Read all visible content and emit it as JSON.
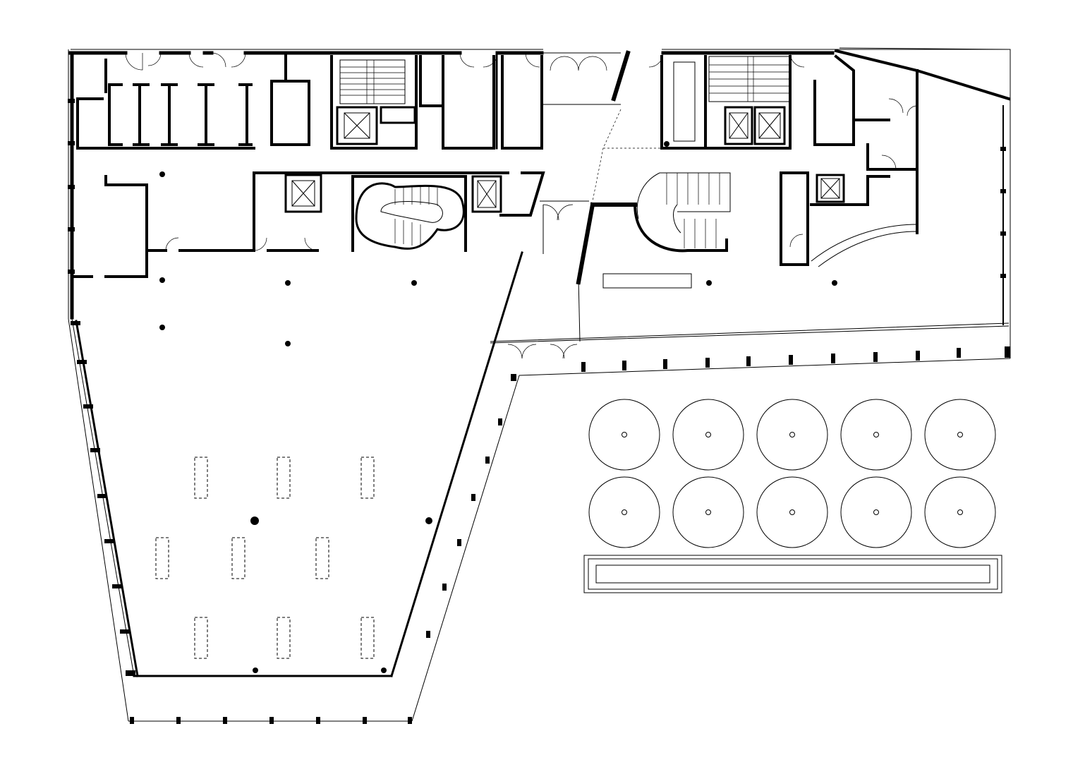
{
  "drawing": {
    "type": "architectural floor plan",
    "text_labels": [],
    "colors": {
      "line": "#000000",
      "background": "#ffffff"
    }
  },
  "elements": {
    "planters": {
      "rows": 2,
      "per_row": 5
    },
    "desks": {
      "rows": 3,
      "per_row": 3
    },
    "elevators": 6,
    "staircases": 4
  }
}
